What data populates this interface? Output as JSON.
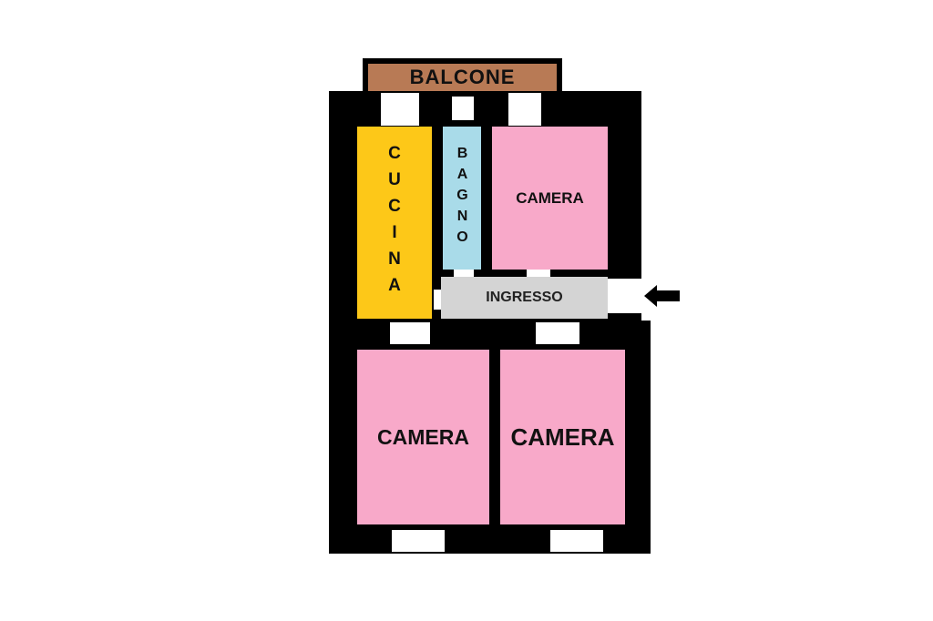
{
  "plan": {
    "balcone": {
      "label": "BALCONE",
      "color": "#b87a55"
    },
    "cucina": {
      "label": "CUCINA",
      "color": "#fdc818"
    },
    "bagno": {
      "label": "BAGNO",
      "color": "#a9dbe9"
    },
    "ingresso": {
      "label": "INGRESSO",
      "color": "#d4d4d4"
    },
    "camera_top": {
      "label": "CAMERA",
      "color": "#f8a9c9"
    },
    "camera_left": {
      "label": "CAMERA",
      "color": "#f8a9c9"
    },
    "camera_right": {
      "label": "CAMERA",
      "color": "#f8a9c9"
    },
    "wall_color": "#000000",
    "entry_arrow_icon": "arrow-left-icon"
  }
}
